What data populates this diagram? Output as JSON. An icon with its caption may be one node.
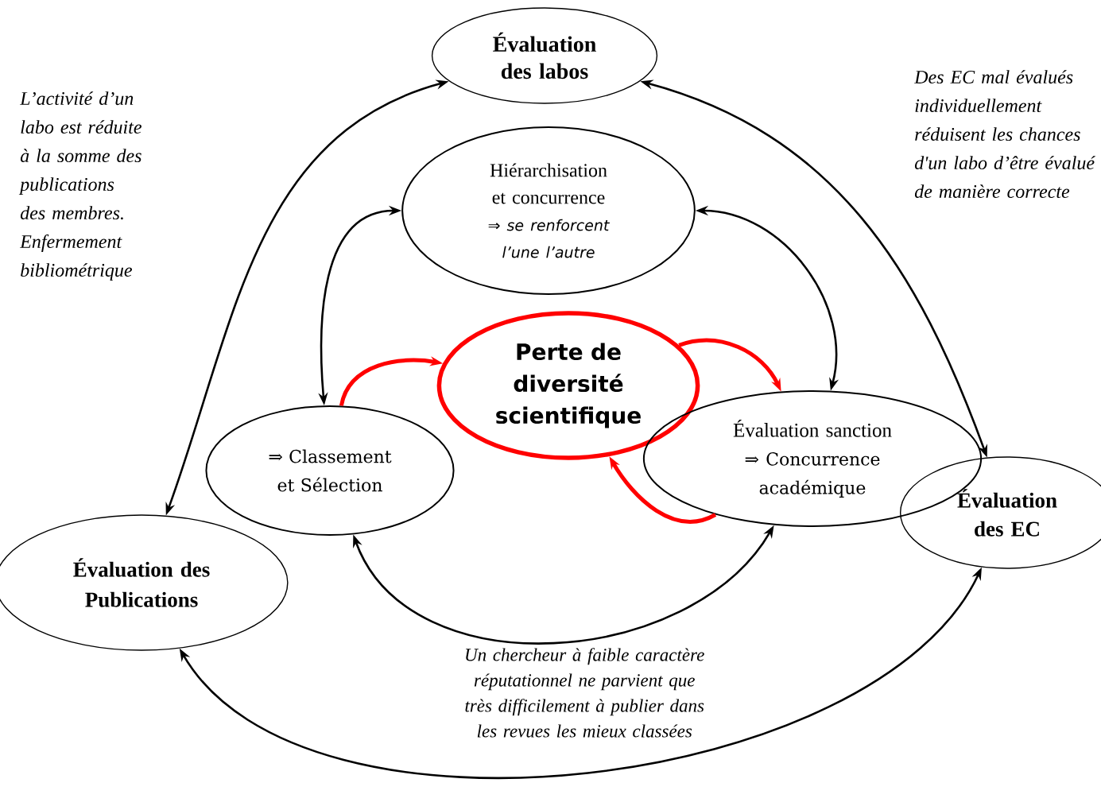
{
  "diagram": {
    "nodes": [
      {
        "text": [
          "Évaluation des labos"
        ]
      },
      {
        "text": [
          "Hiérarchisation et concurrence",
          "⇒ se renforcent l’une l’autre"
        ]
      },
      {
        "text": [
          "Perte de diversité scientifique"
        ]
      },
      {
        "text": [
          "⇒ Classement et Sélection"
        ]
      },
      {
        "text": [
          "Évaluation sanction",
          "⇒ Concurrence académique"
        ]
      },
      {
        "text": [
          "Évaluation des EC"
        ]
      },
      {
        "text": [
          "Évaluation des Publications"
        ]
      }
    ],
    "edges": [
      {
        "from": 0,
        "to": 6,
        "arrow": "both"
      },
      {
        "from": 0,
        "to": 5,
        "arrow": "both"
      },
      {
        "from": 6,
        "to": 5,
        "arrow": "both"
      },
      {
        "from": 1,
        "to": 3,
        "arrow": "both"
      },
      {
        "from": 1,
        "to": 4,
        "arrow": "both"
      },
      {
        "from": 3,
        "to": 4,
        "arrow": "both"
      },
      {
        "from": 3,
        "to": 2,
        "arrow": "to",
        "style": "thick",
        "color": "#ff0000"
      },
      {
        "from": 2,
        "to": 4,
        "arrow": "to",
        "style": "thick",
        "color": "#ff0000"
      },
      {
        "from": 4,
        "to": 2,
        "arrow": "to",
        "style": "thick",
        "color": "#ff0000"
      }
    ],
    "labels": [
      "L’activité d’un labo est réduite à la somme des publications des membres. Enfermement bibliométrique",
      "Des EC mal évalués individuellement réduisent les chances d'un labo d’être évalué de manière correcte",
      "Un chercheur à faible caractère réputationnel ne parvient que très difficilement à publier dans les revues les mieux classées"
    ]
  }
}
